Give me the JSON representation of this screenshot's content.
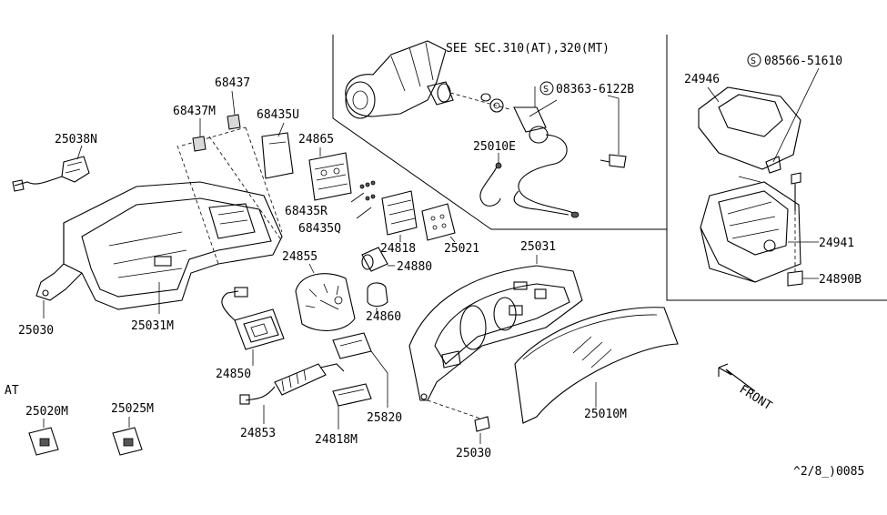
{
  "diagram": {
    "reference_note": "SEE SEC.310(AT),320(MT)",
    "at_label": "AT",
    "front_label": "FRONT",
    "drawing_code": "^2/8_)0085",
    "screw_symbol": "S",
    "part_labels": {
      "p68437": "68437",
      "p68437M": "68437M",
      "p68435U": "68435U",
      "p25038N": "25038N",
      "p24865": "24865",
      "p68435R": "68435R",
      "p68435Q": "68435Q",
      "p24818": "24818",
      "p25021": "25021",
      "p24880": "24880",
      "p24855": "24855",
      "p25030_left": "25030",
      "p25031M": "25031M",
      "p24850": "24850",
      "p24860": "24860",
      "p25031": "25031",
      "p25010E": "25010E",
      "p08363": "08363-6122B",
      "p08566": "08566-51610",
      "p24946": "24946",
      "p24941": "24941",
      "p24890B": "24890B",
      "p25820": "25820",
      "p24853": "24853",
      "p24818M": "24818M",
      "p25030_bottom": "25030",
      "p25010M": "25010M",
      "p25020M": "25020M",
      "p25025M": "25025M"
    }
  }
}
